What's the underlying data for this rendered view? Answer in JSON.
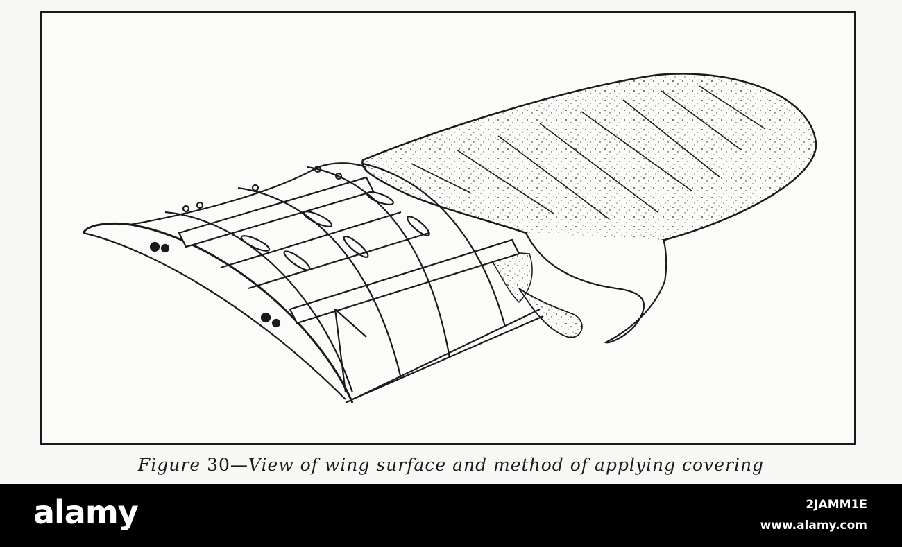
{
  "figure": {
    "caption_prefix": "Figure ",
    "caption_number": "30",
    "caption_text": "—View of wing surface and method of applying covering"
  },
  "footer": {
    "logo": "alamy",
    "image_id": "2JAMM1E",
    "site": "www.alamy.com"
  },
  "colors": {
    "ink": "#1a1a1a",
    "paper": "#fbfbf9",
    "footer_bg": "#000000"
  }
}
